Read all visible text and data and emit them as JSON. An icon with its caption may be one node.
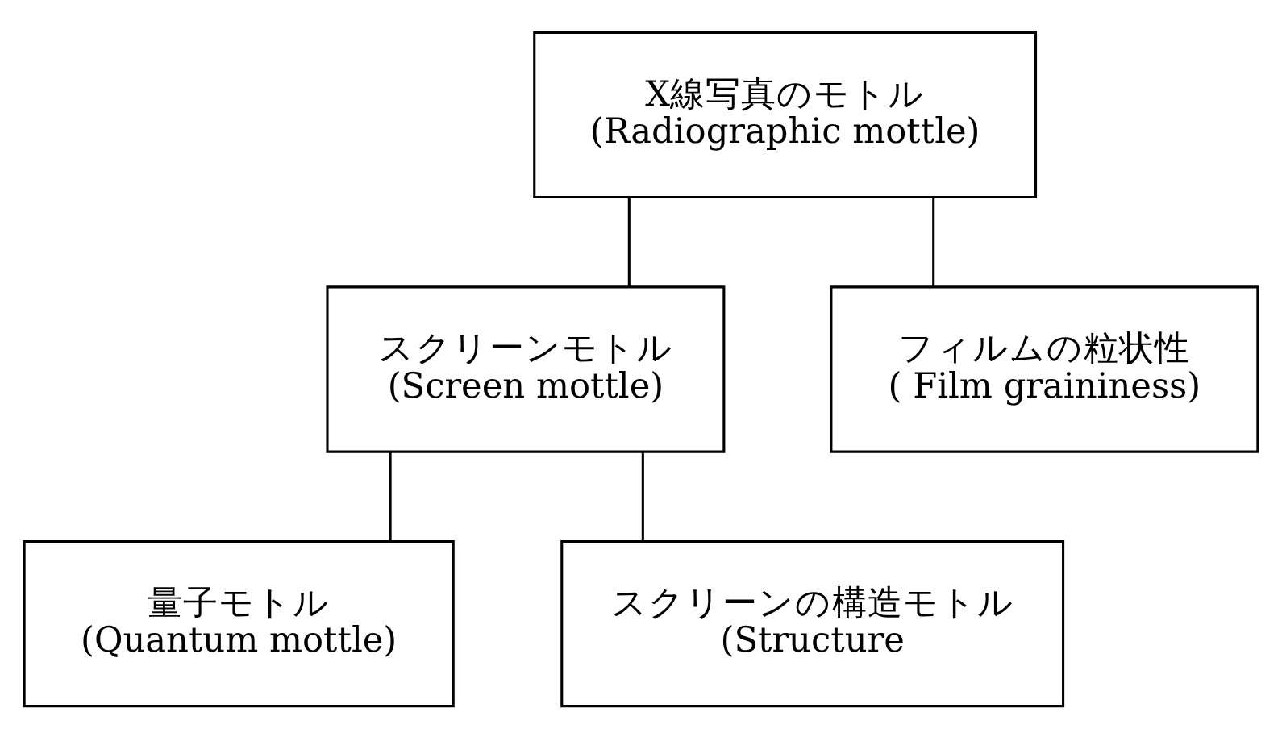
{
  "diagram": {
    "nodes": [
      {
        "text": [
          "X線写真のモトル",
          "(Radiographic mottle)"
        ]
      },
      {
        "text": [
          "スクリーンモトル",
          "(Screen mottle)"
        ]
      },
      {
        "text": [
          "フィルムの粒状性",
          "( Film graininess)"
        ]
      },
      {
        "text": [
          "量子モトル",
          "(Quantum mottle)"
        ]
      },
      {
        "text": [
          "スクリーンの構造モトル",
          "(Structure"
        ]
      }
    ],
    "edges": [
      {
        "from": 0,
        "to": 1,
        "arrow": "none"
      },
      {
        "from": 0,
        "to": 2,
        "arrow": "none"
      },
      {
        "from": 1,
        "to": 3,
        "arrow": "none"
      },
      {
        "from": 1,
        "to": 4,
        "arrow": "none"
      }
    ]
  }
}
